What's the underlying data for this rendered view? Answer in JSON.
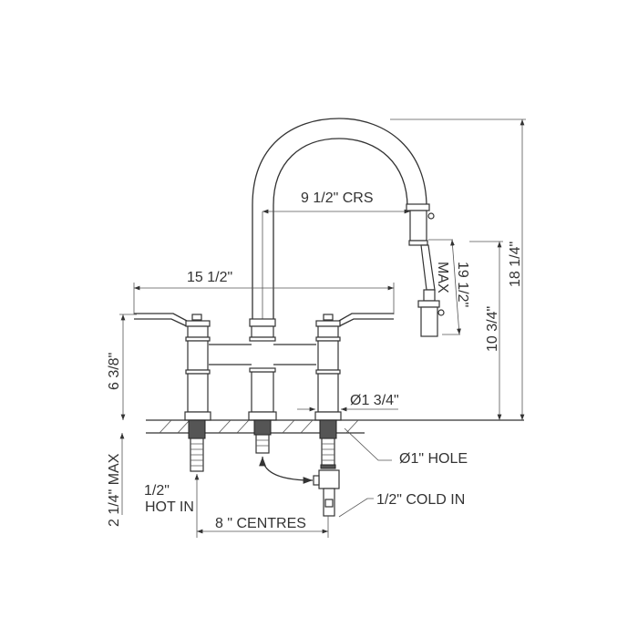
{
  "drawing": {
    "title": "Bridge kitchen faucet with pull-down spray - dimension drawing",
    "dimensions": {
      "spout_reach": "9  1/2\" CRS",
      "overall_width": "15  1/2\"",
      "overall_height": "18  1/4\"",
      "spout_height": "10  3/4\"",
      "hose_extension_value": "19 1/2\"",
      "hose_extension_max": "MAX",
      "deck_height": "6  3/8\"",
      "base_diameter": "Ø1 3/4\"",
      "hole_diameter": "Ø1\" HOLE",
      "max_deck_thickness": "2  1/4\" MAX",
      "centres": "8 \" CENTRES"
    },
    "labels": {
      "hot_size": "1/2\"",
      "hot_label": "HOT IN",
      "cold_label": "1/2\" COLD IN"
    }
  }
}
